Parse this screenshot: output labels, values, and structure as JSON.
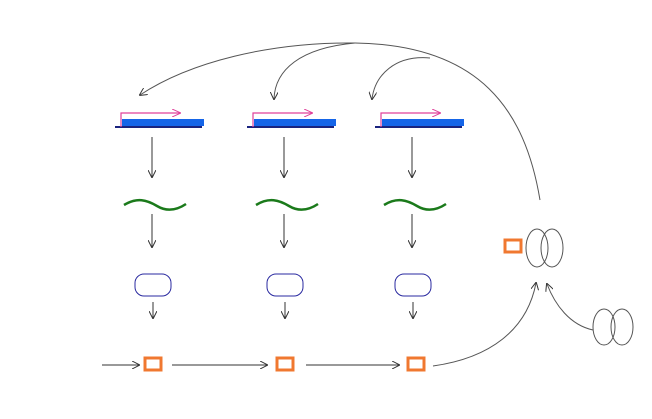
{
  "colors": {
    "background": "#ffffff",
    "dna_line": "#1a237e",
    "gene_body": "#1565e8",
    "promoter_arrow": "#e0409a",
    "mrna": "#1b7a1b",
    "enzyme_outline": "#2a2aa0",
    "metabolite": "#f07830",
    "arrow": "#333333",
    "regulator_arrow": "#555555",
    "complex_outline": "#555555"
  },
  "genes": [
    {
      "id": "gene-1"
    },
    {
      "id": "gene-2"
    },
    {
      "id": "gene-3"
    }
  ],
  "metabolites": [
    {
      "id": "metabolite-1"
    },
    {
      "id": "metabolite-2"
    },
    {
      "id": "metabolite-3"
    }
  ],
  "regulator": {
    "id": "regulator-complex"
  },
  "free_regulator": {
    "id": "free-regulator"
  },
  "icons": {
    "gene": "gene-icon",
    "mrna": "mrna-icon",
    "enzyme": "enzyme-icon",
    "metabolite": "metabolite-icon",
    "regulator": "repressor-dimer-icon"
  }
}
